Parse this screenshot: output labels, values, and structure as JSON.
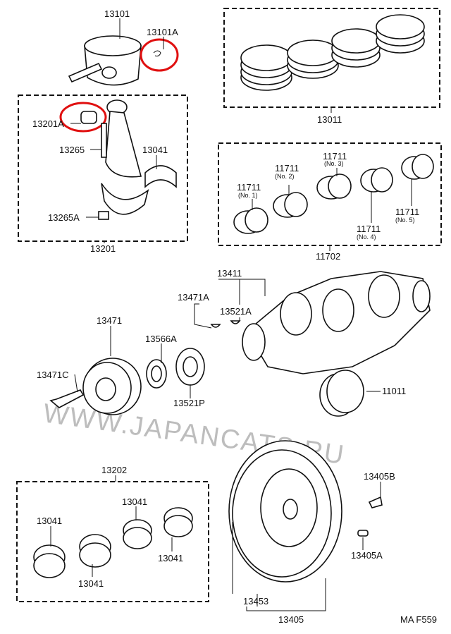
{
  "diagram": {
    "code": "MA F559",
    "watermark": "WWW.JAPANCATS.RU",
    "highlight_color": "#e01010",
    "labels": {
      "piston": "13101",
      "piston_clip": "13101A",
      "pin_bushing": "13201A",
      "rod_bolt": "13265",
      "rod_bearing_top": "13041",
      "rod_nut": "13265A",
      "rod_assy": "13201",
      "ring_set": "13011",
      "main_bearing_1": "11711",
      "main_bearing_1_no": "(No. 1)",
      "main_bearing_2": "11711",
      "main_bearing_2_no": "(No. 2)",
      "main_bearing_3": "11711",
      "main_bearing_3_no": "(No. 3)",
      "main_bearing_4": "11711",
      "main_bearing_4_no": "(No. 4)",
      "main_bearing_5": "11711",
      "main_bearing_5_no": "(No. 5)",
      "main_bearing_set": "11702",
      "crankshaft": "13411",
      "key_a": "13471A",
      "key_b": "13521A",
      "pulley": "13471",
      "spacer": "13566A",
      "pulley_bolt": "13471C",
      "timing_gear": "13521P",
      "thrust_washer": "11011",
      "rod_bearing_set": "13202",
      "bearing_a": "13041",
      "bearing_b": "13041",
      "bearing_c": "13041",
      "bearing_d": "13041",
      "flywheel_bolt": "13405B",
      "flywheel_pin": "13405A",
      "ring_gear": "13453",
      "flywheel": "13405"
    }
  }
}
